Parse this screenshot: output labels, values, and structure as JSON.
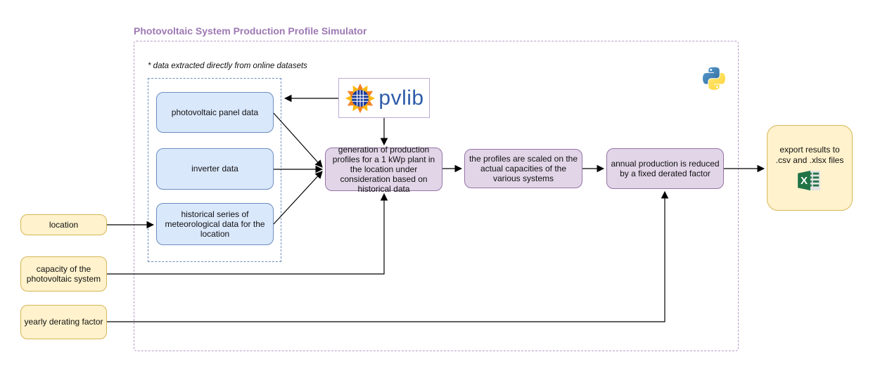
{
  "title": "Photovoltaic System Production Profile Simulator",
  "note": "* data extracted directly from online datasets",
  "data_sources": [
    {
      "label": "photovoltaic panel data"
    },
    {
      "label": "inverter data"
    },
    {
      "label": "historical series of meteorological data for the location"
    }
  ],
  "process_steps": [
    {
      "label": "generation of production profiles for a 1 kWp plant in the location under consideration based on historical data"
    },
    {
      "label": "the profiles are scaled on the actual capacities of the various systems"
    },
    {
      "label": "annual production is reduced by a fixed derated factor"
    }
  ],
  "inputs": [
    {
      "label": "location"
    },
    {
      "label": "capacity of the photovoltaic system"
    },
    {
      "label": "yearly derating factor"
    }
  ],
  "output": {
    "label": "export results to .csv and .xlsx files"
  },
  "logos": {
    "pvlib_label": "pvlib",
    "excel_x": "X"
  },
  "colors": {
    "title": "#9e78b4",
    "container_border": "#b29bc7",
    "source_fill": "#dae8fc",
    "source_border": "#6c8ebf",
    "process_fill": "#e1d5e7",
    "process_border": "#9673a6",
    "input_fill": "#fff2cc",
    "input_border": "#d6b656",
    "pvlib_border": "#c0aad2",
    "pvlib_text": "#2d5ba9",
    "excel_green": "#217346"
  }
}
